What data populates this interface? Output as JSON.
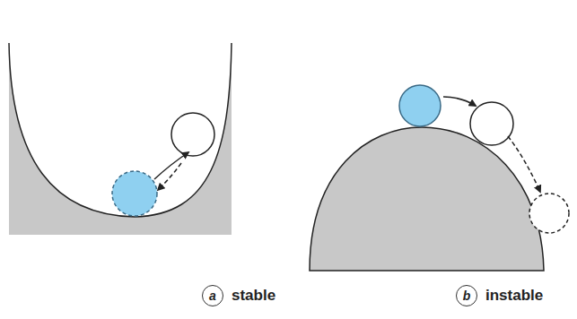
{
  "diagram": {
    "nodes": [
      {
        "text": [
          "a"
        ]
      },
      {
        "text": [
          "b"
        ]
      }
    ],
    "labels": [
      "stable",
      "instable"
    ]
  }
}
